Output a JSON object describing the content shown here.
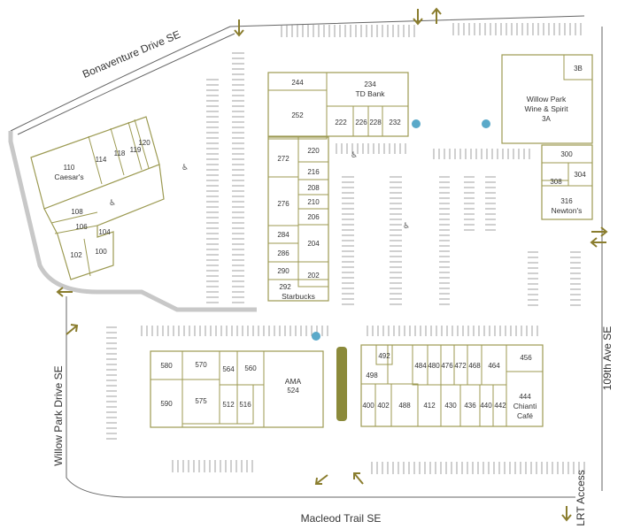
{
  "streets": {
    "north": "Bonaventure Drive SE",
    "west": "Willow Park Drive SE",
    "south": "Macleod Trail SE",
    "east": "109th Ave SE",
    "lrt": "LRT Access"
  },
  "units": {
    "u244": "244",
    "u234": "234",
    "td": "TD Bank",
    "u252": "252",
    "u222": "222",
    "u226": "226",
    "u228": "228",
    "u232": "232",
    "u272": "272",
    "u220": "220",
    "u216": "216",
    "u208": "208",
    "u210": "210",
    "u206": "206",
    "u276": "276",
    "u284": "284",
    "u204": "204",
    "u286": "286",
    "u290": "290",
    "u202": "202",
    "u292": "292",
    "starbucks": "Starbucks",
    "u3b": "3B",
    "wp1": "Willow Park",
    "wp2": "Wine & Spirit",
    "u3a": "3A",
    "u300": "300",
    "u308": "308",
    "u304": "304",
    "u316": "316",
    "newtons": "Newton's",
    "u110": "110",
    "caesars": "Caesar's",
    "u114": "114",
    "u118": "118",
    "u119": "119",
    "u120": "120",
    "u108": "108",
    "u106": "106",
    "u104": "104",
    "u102": "102",
    "u100": "100",
    "u580": "580",
    "u570": "570",
    "u564": "564",
    "u560": "560",
    "ama": "AMA",
    "u524": "524",
    "u590": "590",
    "u575": "575",
    "u512": "512",
    "u516": "516",
    "u492": "492",
    "u484": "484",
    "u480": "480",
    "u476": "476",
    "u472": "472",
    "u468": "468",
    "u464": "464",
    "u456": "456",
    "u498": "498",
    "u444": "444",
    "chianti": "Chianti",
    "cafe": "Café",
    "u400": "400",
    "u402": "402",
    "u488": "488",
    "u412": "412",
    "u430": "430",
    "u436": "436",
    "u440": "440",
    "u442": "442"
  },
  "colors": {
    "building_outline": "#9c9a52",
    "arrow": "#8a7d2e",
    "median": "#8b8a3a",
    "curb": "#666666",
    "icon": "#5aa9c9"
  },
  "icons": [
    "wheelchair-icon",
    "info-icon",
    "direction-arrow"
  ]
}
